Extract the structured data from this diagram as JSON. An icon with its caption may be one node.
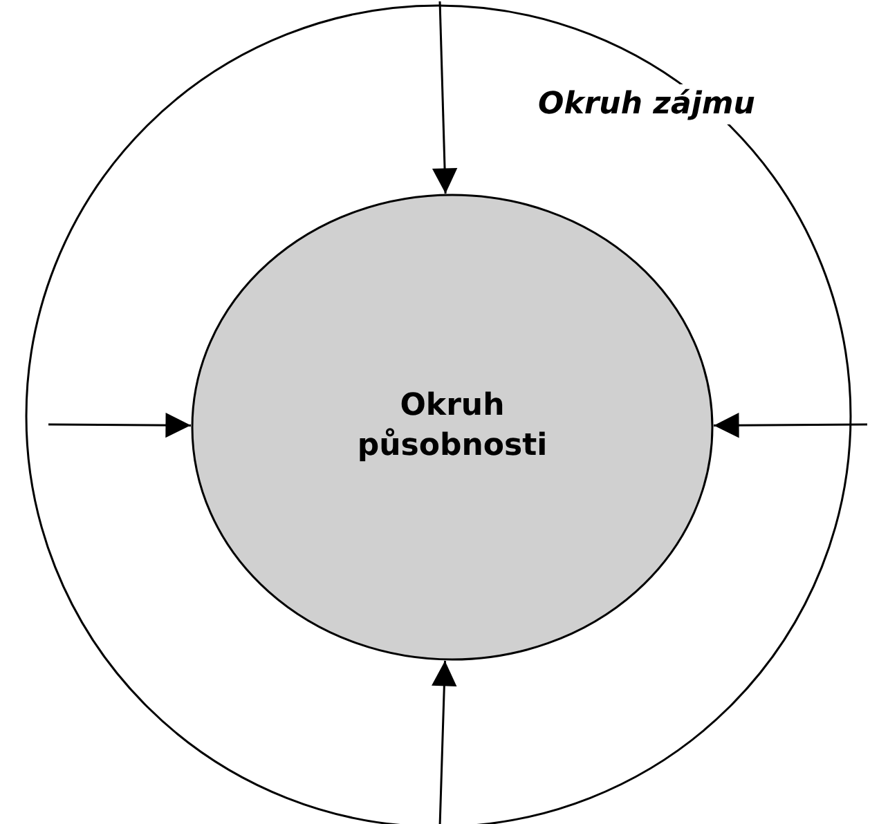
{
  "diagram": {
    "nodes": [
      {
        "text": [
          "Okruh zájmu"
        ]
      },
      {
        "text": [
          "Okruh působnosti"
        ],
        "in": 0
      }
    ],
    "edges": [
      {
        "from": null,
        "to": 1,
        "arrow": "to"
      },
      {
        "from": null,
        "to": 1,
        "arrow": "to"
      },
      {
        "from": null,
        "to": 1,
        "arrow": "to"
      },
      {
        "from": null,
        "to": 1,
        "arrow": "to"
      }
    ]
  }
}
